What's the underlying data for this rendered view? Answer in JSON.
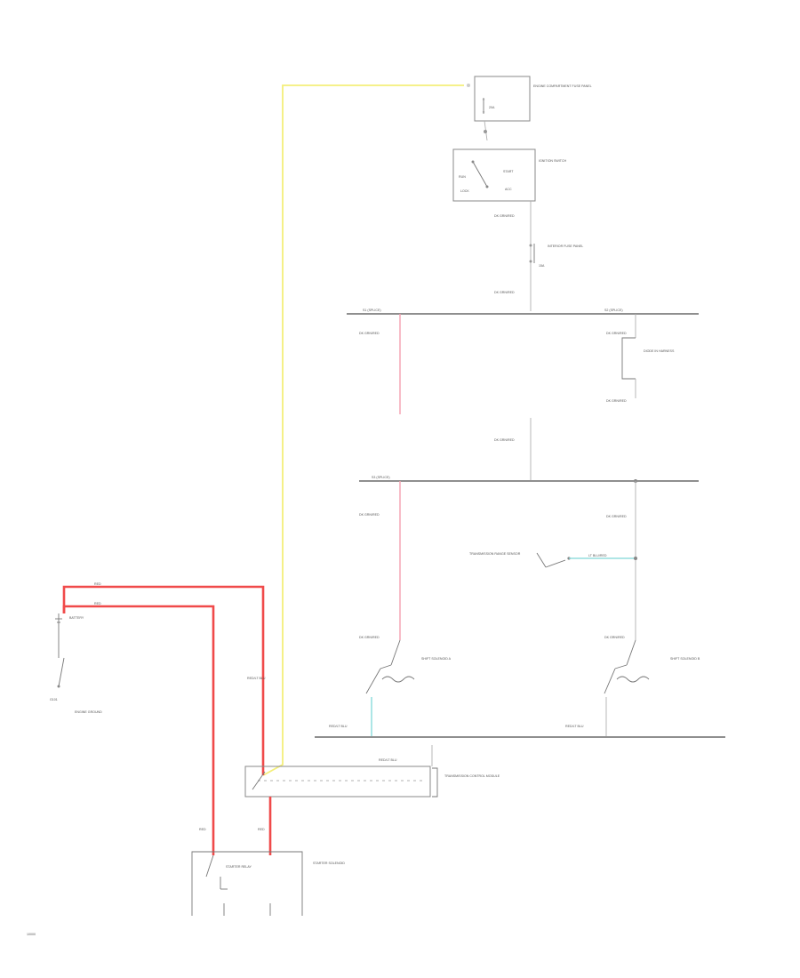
{
  "colors": {
    "yellow_wire": "#f4ef7a",
    "red_wire": "#f04a4a",
    "pink_wire": "#f4a0b0",
    "cyan_wire": "#7fd8d8",
    "ground_bus": "#6a6a6a",
    "thin_wire": "#b0b0b0"
  },
  "labels": {
    "fuse_panel_top": "ENGINE COMPARTMENT FUSE PANEL",
    "fuse_top_rating": "20A",
    "ignition_switch": "IGNITION SWITCH",
    "ign_run": "RUN",
    "ign_start": "START",
    "ign_lock": "LOCK",
    "ign_acc": "ACC",
    "wire_ign_1": "DK GRN/RED",
    "interior_fuse_panel": "INTERIOR FUSE PANEL",
    "fuse_mid_rating": "15A",
    "wire_ign_2": "DK GRN/RED",
    "bus_left_1": "S1 (SPLICE)",
    "bus_right_1": "S2 (SPLICE)",
    "wire_bus1_left": "DK GRN/RED",
    "wire_bus1_right": "DK GRN/RED",
    "diode_desc": "DIODE IN HARNESS",
    "wire_mid": "DK GRN/RED",
    "bus_left_2": "S3 (SPLICE)",
    "wire_bus2_left": "DK GRN/RED",
    "wire_bus2_right": "DK GRN/RED",
    "brake_switch_desc": "TRANSMISSION RANGE SENSOR",
    "wire_cyan_h": "LT BLU/RED",
    "wire_sol_left": "DK GRN/RED",
    "wire_sol_right": "DK GRN/RED",
    "sol_left_desc": "SHIFT SOLENOID A",
    "sol_right_desc": "SHIFT SOLENOID B",
    "wire_ground_left": "RED/LT BLU",
    "wire_ground_right": "RED/LT BLU",
    "wire_red_a": "RED",
    "wire_red_b": "RED",
    "battery": "BATTERY",
    "wire_red_vertical": "RED/LT BLU",
    "battery_ground": "G101",
    "battery_ground_desc": "ENGINE GROUND",
    "connector_top_wire": "RED/LT BLU",
    "module_desc": "TRANSMISSION CONTROL MODULE",
    "wire_red_c": "RED",
    "wire_red_d": "RED",
    "starter_relay_label": "STARTER RELAY",
    "starter_relay_desc": "STARTER SOLENOID",
    "page_code": "10000"
  }
}
